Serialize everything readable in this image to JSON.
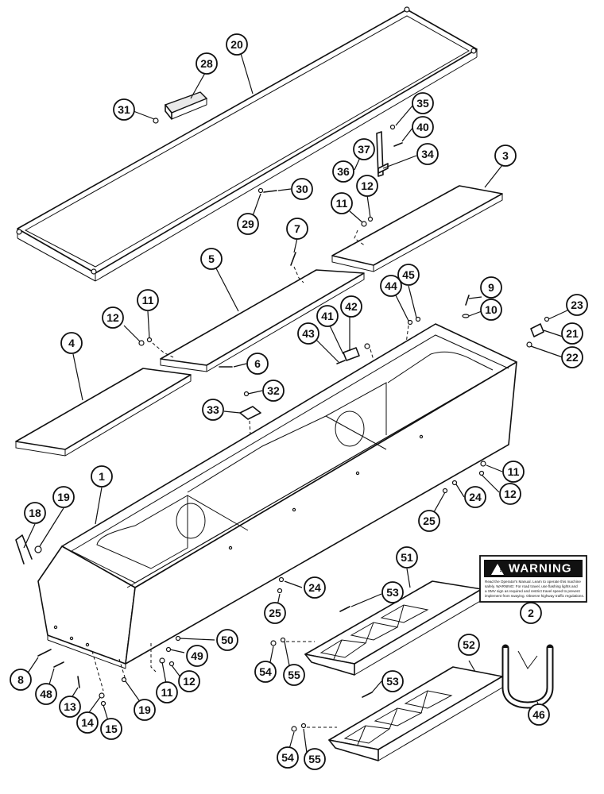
{
  "callouts": [
    {
      "label": "20"
    },
    {
      "label": "28"
    },
    {
      "label": "31"
    },
    {
      "label": "35"
    },
    {
      "label": "40"
    },
    {
      "label": "37"
    },
    {
      "label": "34"
    },
    {
      "label": "36"
    },
    {
      "label": "3"
    },
    {
      "label": "30"
    },
    {
      "label": "12"
    },
    {
      "label": "11"
    },
    {
      "label": "29"
    },
    {
      "label": "7"
    },
    {
      "label": "5"
    },
    {
      "label": "9"
    },
    {
      "label": "44"
    },
    {
      "label": "45"
    },
    {
      "label": "10"
    },
    {
      "label": "23"
    },
    {
      "label": "21"
    },
    {
      "label": "22"
    },
    {
      "label": "42"
    },
    {
      "label": "41"
    },
    {
      "label": "43"
    },
    {
      "label": "11"
    },
    {
      "label": "12"
    },
    {
      "label": "4"
    },
    {
      "label": "6"
    },
    {
      "label": "32"
    },
    {
      "label": "33"
    },
    {
      "label": "1"
    },
    {
      "label": "19"
    },
    {
      "label": "18"
    },
    {
      "label": "11"
    },
    {
      "label": "12"
    },
    {
      "label": "24"
    },
    {
      "label": "25"
    },
    {
      "label": "51"
    },
    {
      "label": "2"
    },
    {
      "label": "53"
    },
    {
      "label": "24"
    },
    {
      "label": "25"
    },
    {
      "label": "50"
    },
    {
      "label": "49"
    },
    {
      "label": "12"
    },
    {
      "label": "11"
    },
    {
      "label": "8"
    },
    {
      "label": "48"
    },
    {
      "label": "13"
    },
    {
      "label": "14"
    },
    {
      "label": "15"
    },
    {
      "label": "19"
    },
    {
      "label": "54"
    },
    {
      "label": "55"
    },
    {
      "label": "52"
    },
    {
      "label": "53"
    },
    {
      "label": "46"
    },
    {
      "label": "54"
    },
    {
      "label": "55"
    }
  ],
  "warning_decal": {
    "title": "WARNING",
    "body": [
      "Read the Operator's Manual. Learn to operate this machine",
      "safely. WARNING: For road travel, use flashing lights and",
      "a SMV sign as required and restrict travel speed to prevent",
      "implement from swaying. Observe highway traffic regulations."
    ]
  },
  "colors": {
    "line": "#111111",
    "background": "#ffffff",
    "decal": "#111111"
  }
}
